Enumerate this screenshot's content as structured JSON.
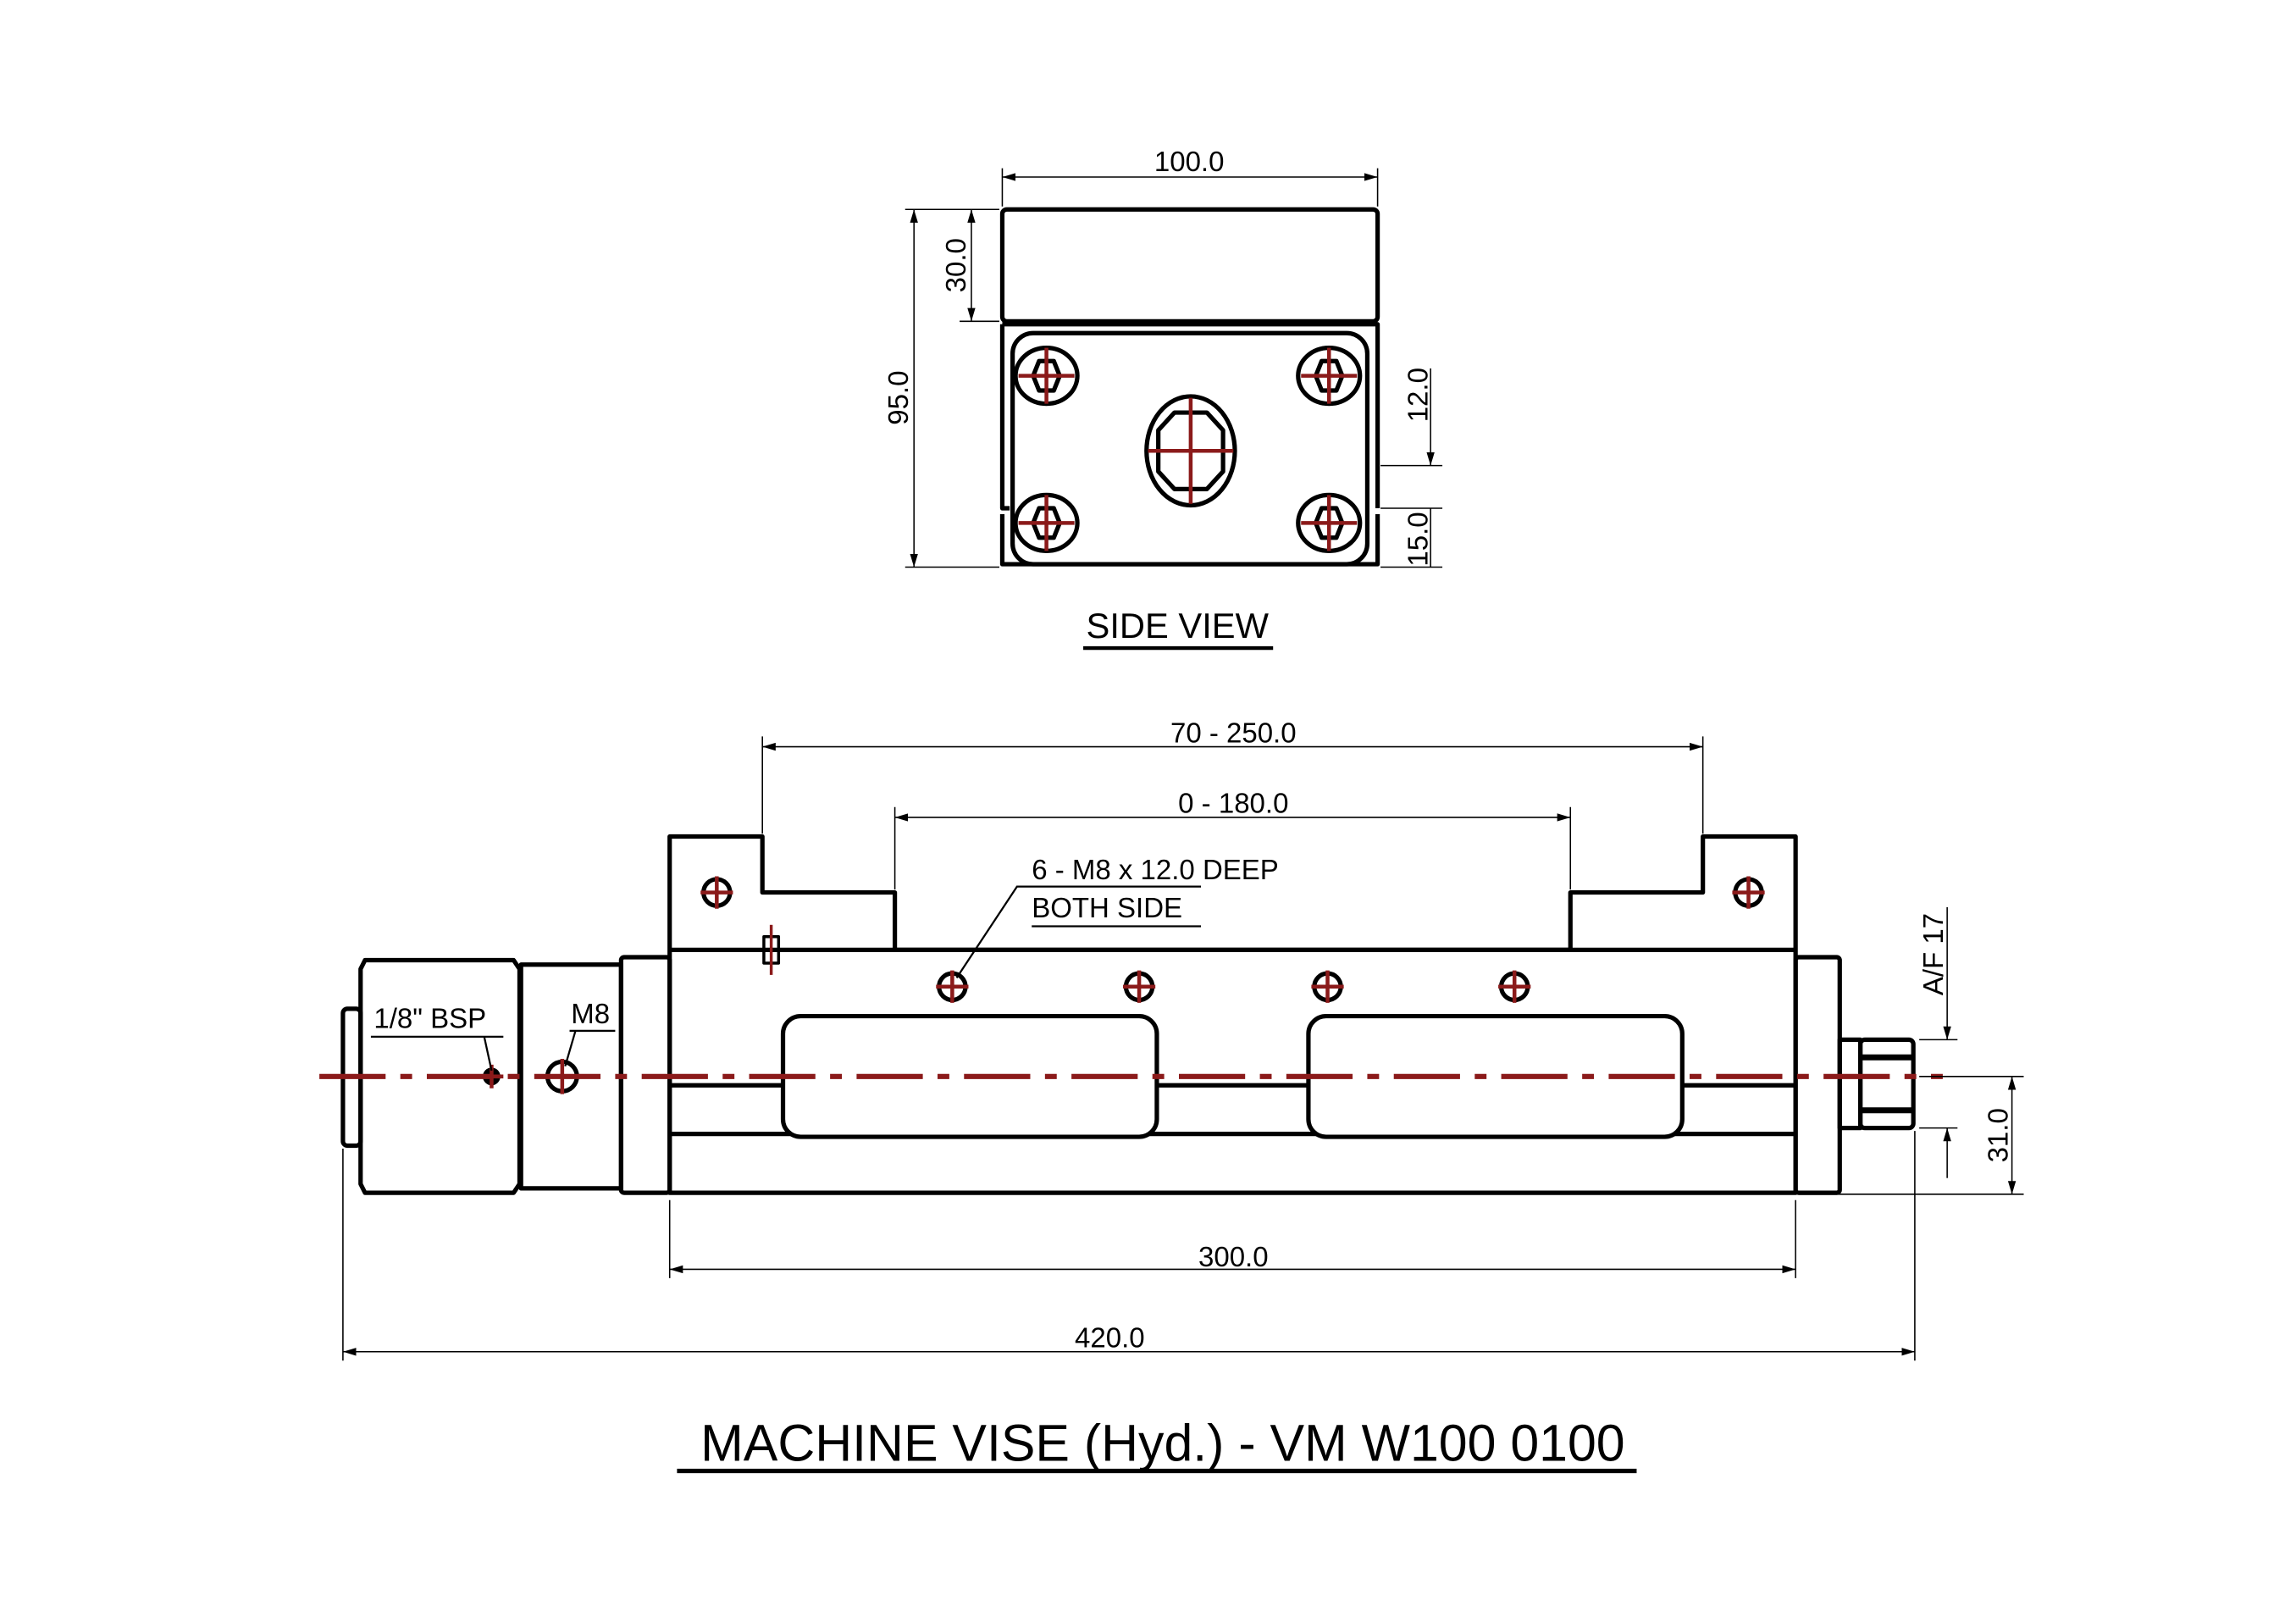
{
  "title": "MACHINE VISE (Hyd.) - VM W100 0100",
  "side_view": {
    "label": "SIDE VIEW",
    "dims": {
      "width": "100.0",
      "height": "95.0",
      "jaw": "30.0",
      "upper": "12.0",
      "lower": "15.0"
    }
  },
  "front_view": {
    "dims": {
      "opening": "70 - 250.0",
      "stroke": "0 - 180.0",
      "body": "300.0",
      "overall": "420.0",
      "center_height": "31.0",
      "af": "A/F 17"
    },
    "notes": {
      "holes_line1": "6 - M8 x 12.0 DEEP",
      "holes_line2": "BOTH SIDE",
      "port": "1/8\" BSP",
      "thread": "M8"
    }
  },
  "colors": {
    "line": "#000000",
    "centerline": "#8b1a1a"
  }
}
